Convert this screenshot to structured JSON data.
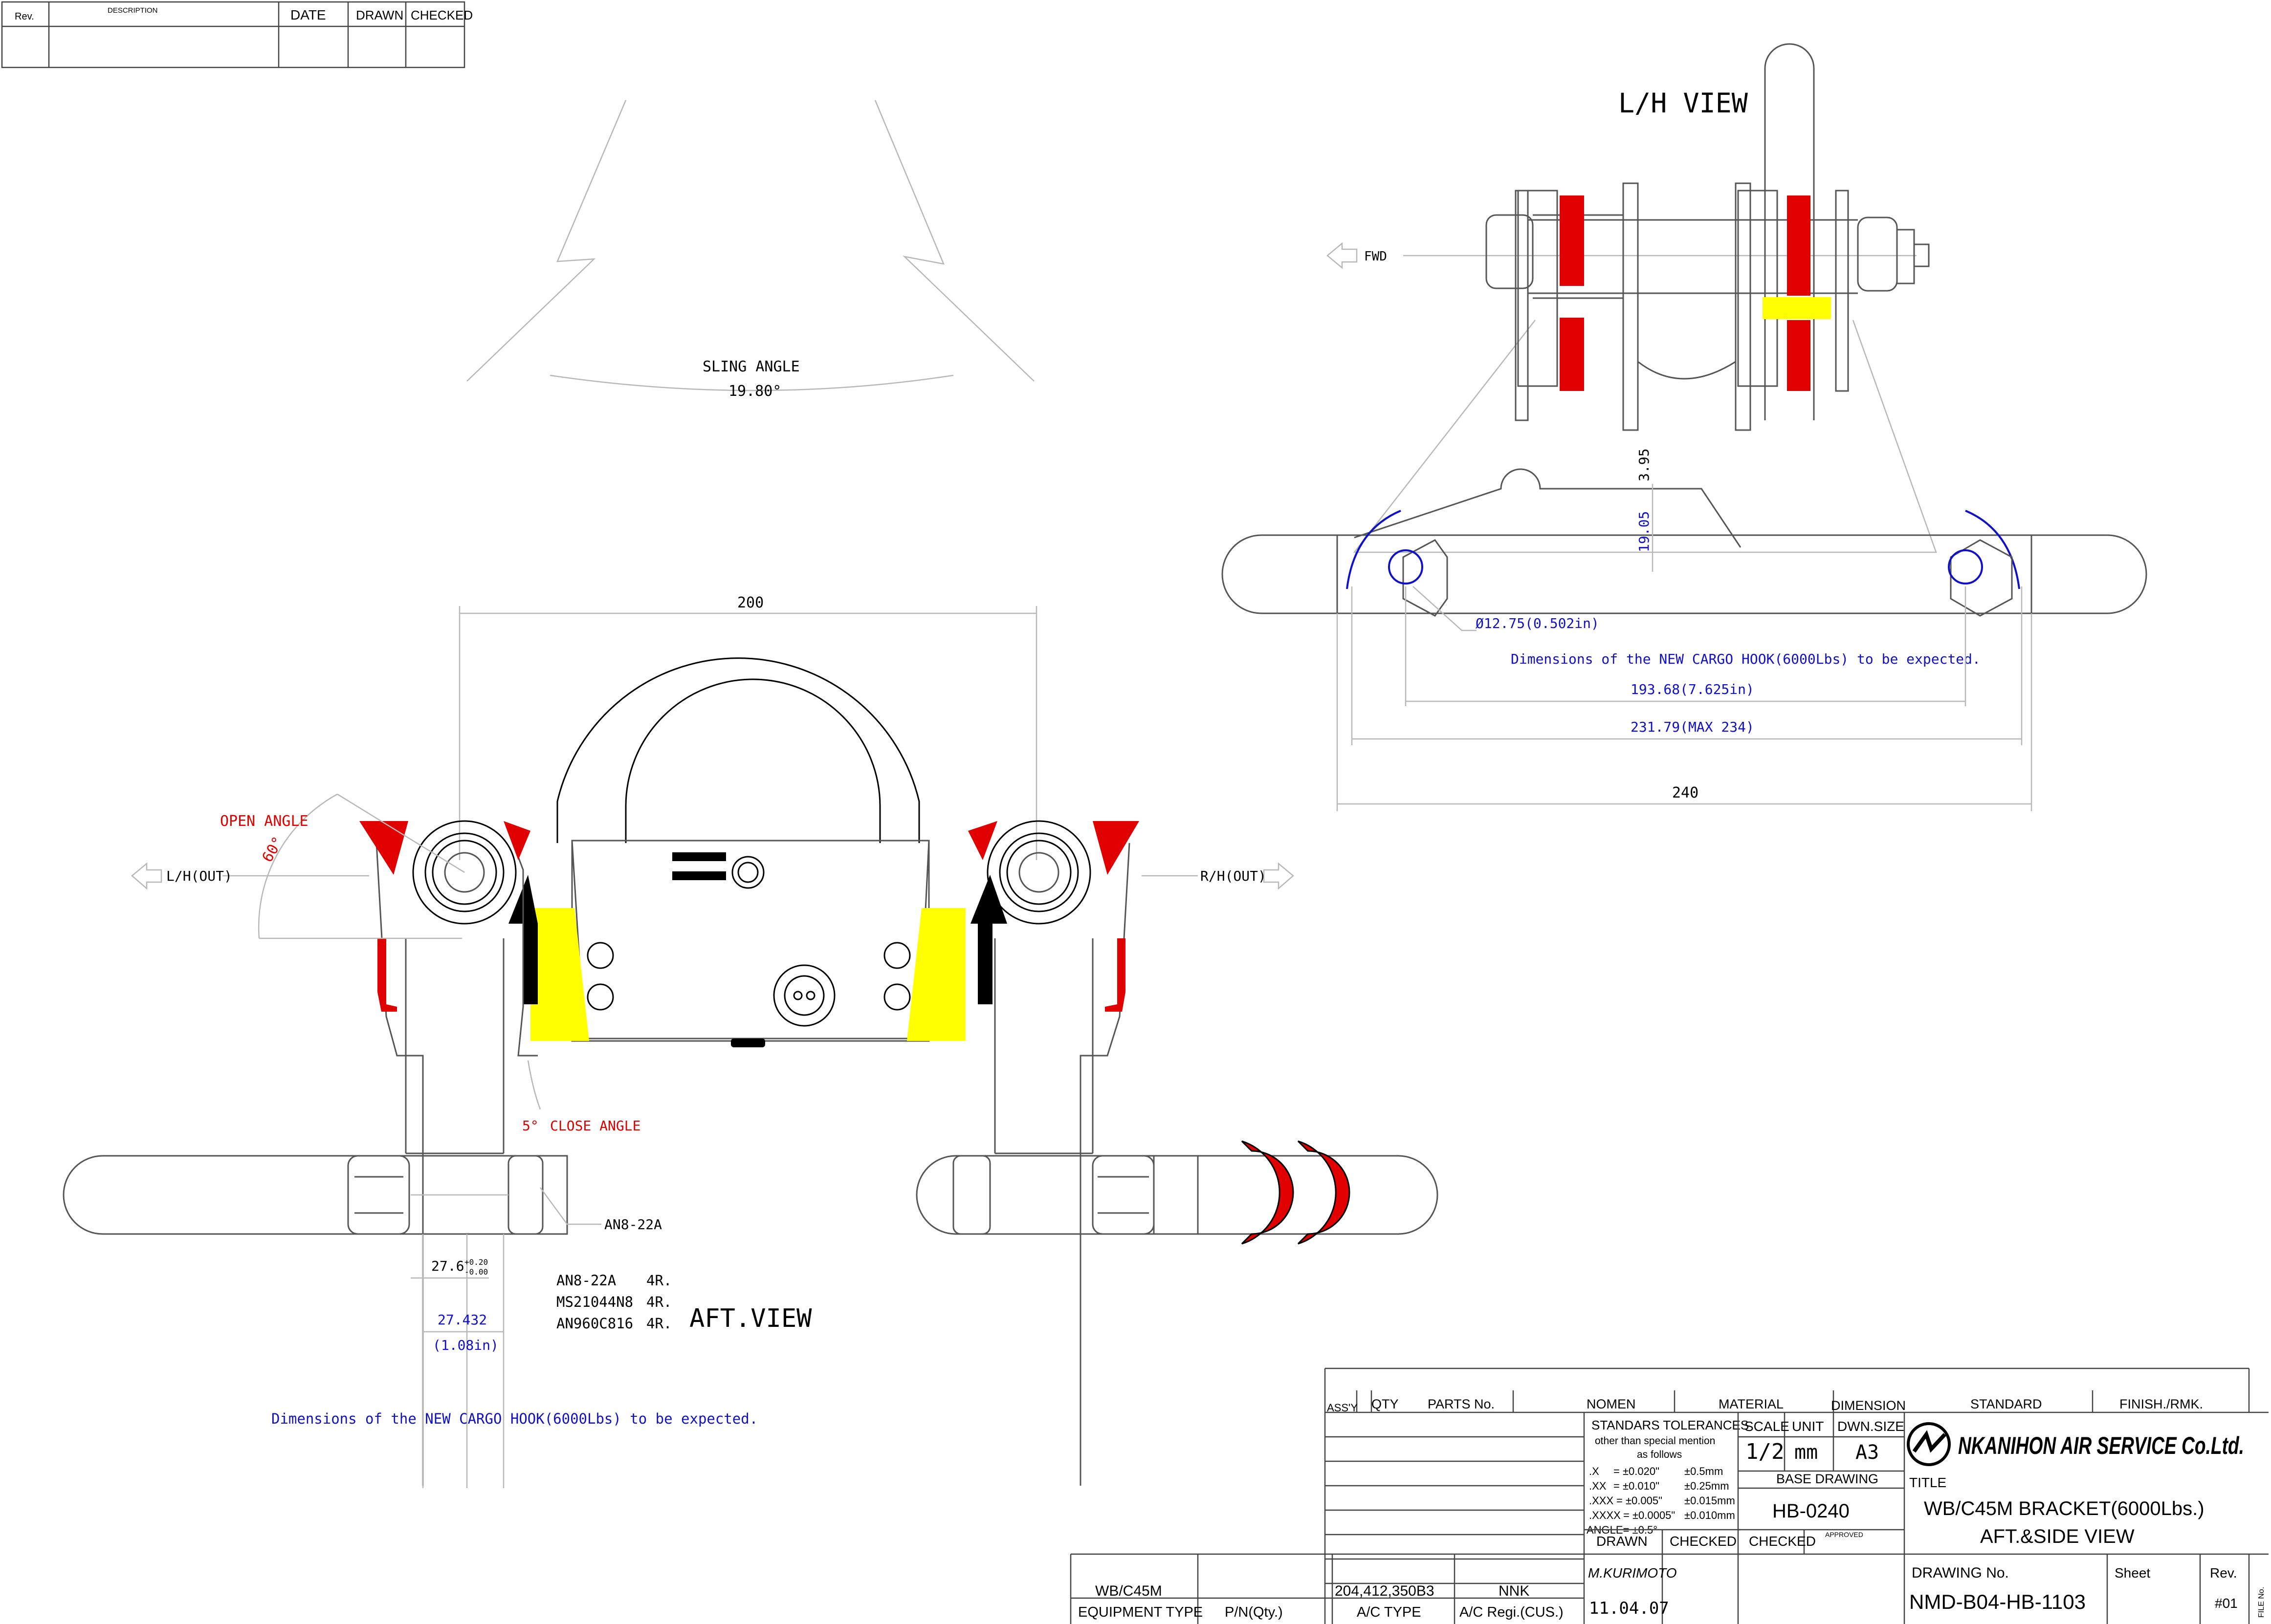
{
  "revision_block": {
    "col_rev": "Rev.",
    "col_description": "DESCRIPTION",
    "col_date": "DATE",
    "col_drawn": "DRAWN",
    "col_checked": "CHECKED"
  },
  "lh_view": {
    "title": "L/H VIEW",
    "fwd_label": "FWD",
    "dim_395": "3.95",
    "dim_1905": "19.05",
    "hole_dia": "Ø12.75(0.502in)",
    "note": "Dimensions of the NEW CARGO HOOK(6000Lbs) to be expected.",
    "dim_19368": "193.68(7.625in)",
    "dim_23179": "231.79(MAX 234)",
    "dim_240": "240"
  },
  "aft_view": {
    "title": "AFT.VIEW",
    "sling_angle_label": "SLING ANGLE",
    "sling_angle_value": "19.80°",
    "dim_200": "200",
    "open_angle_label": "OPEN ANGLE",
    "open_angle_value": "60°",
    "lh_out": "L/H(OUT)",
    "rh_out": "R/H(OUT)",
    "close_angle_value": "5°",
    "close_angle_label": "CLOSE ANGLE",
    "bolt_callout": "AN8-22A",
    "dim_276": "27.6",
    "tol_plus": "+0.20",
    "tol_minus": "-0.00",
    "dim_27432": "27.432",
    "dim_108in": "(1.08in)",
    "note": "Dimensions of the NEW CARGO HOOK(6000Lbs) to be expected.",
    "hardware": [
      {
        "part": "AN8-22A",
        "qty": "4R."
      },
      {
        "part": "MS21044N8",
        "qty": "4R."
      },
      {
        "part": "AN960C816",
        "qty": "4R."
      }
    ]
  },
  "title_block": {
    "bom_headers": {
      "assy": "ASS'Y",
      "qty": "QTY",
      "parts_no": "PARTS No.",
      "nomen": "NOMEN",
      "material": "MATERIAL",
      "dimension": "DIMENSION",
      "standard": "STANDARD",
      "finish": "FINISH./RMK."
    },
    "tolerances": {
      "title": "STANDARS TOLERANCES",
      "subtitle1": "other than special mention",
      "subtitle2": "as follows",
      "rows": [
        {
          "k": ".X",
          "inch": "= ±0.020\"",
          "mm": "±0.5mm"
        },
        {
          "k": ".XX",
          "inch": "= ±0.010\"",
          "mm": "±0.25mm"
        },
        {
          "k": ".XXX",
          "inch": "= ±0.005\"",
          "mm": "±0.015mm"
        },
        {
          "k": ".XXXX",
          "inch": "= ±0.0005\"",
          "mm": "±0.010mm"
        }
      ],
      "angle": "ANGLE= ±0.5°"
    },
    "scale_label": "SCALE",
    "scale_value": "1/2",
    "unit_label": "UNIT",
    "unit_value": "mm",
    "size_label": "DWN.SIZE",
    "size_value": "A3",
    "base_drawing_label": "BASE DRAWING",
    "base_drawing_value": "HB-0240",
    "drawn_label": "DRAWN",
    "checked_label": "CHECKED",
    "checked_label2": "CHECKED",
    "approved_label": "APPROVED",
    "drawn_by": "M.KURIMOTO",
    "date": "11.04.07",
    "company": "NKANIHON AIR SERVICE Co.Ltd.",
    "title_label": "TITLE",
    "title_line1": "WB/C45M BRACKET(6000Lbs.)",
    "title_line2": "AFT.&SIDE VIEW",
    "drawing_no_label": "DRAWING No.",
    "drawing_no_value": "NMD-B04-HB-1103",
    "sheet_label": "Sheet",
    "rev_label": "Rev.",
    "rev_value": "#01",
    "file_no_label": "FILE No.",
    "equipment_type_value": "WB/C45M",
    "equipment_type_label": "EQUIPMENT TYPE",
    "pn_label": "P/N(Qty.)",
    "ac_type_value": "204,412,350B3",
    "ac_type_label": "A/C TYPE",
    "ac_regi_value": "NNK",
    "ac_regi_label": "A/C Regi.(CUS.)"
  },
  "colors": {
    "highlight_red": "#e00000",
    "highlight_yellow": "#ffff00",
    "dimension_blue": "#1010c8",
    "body_black": "#000000"
  }
}
